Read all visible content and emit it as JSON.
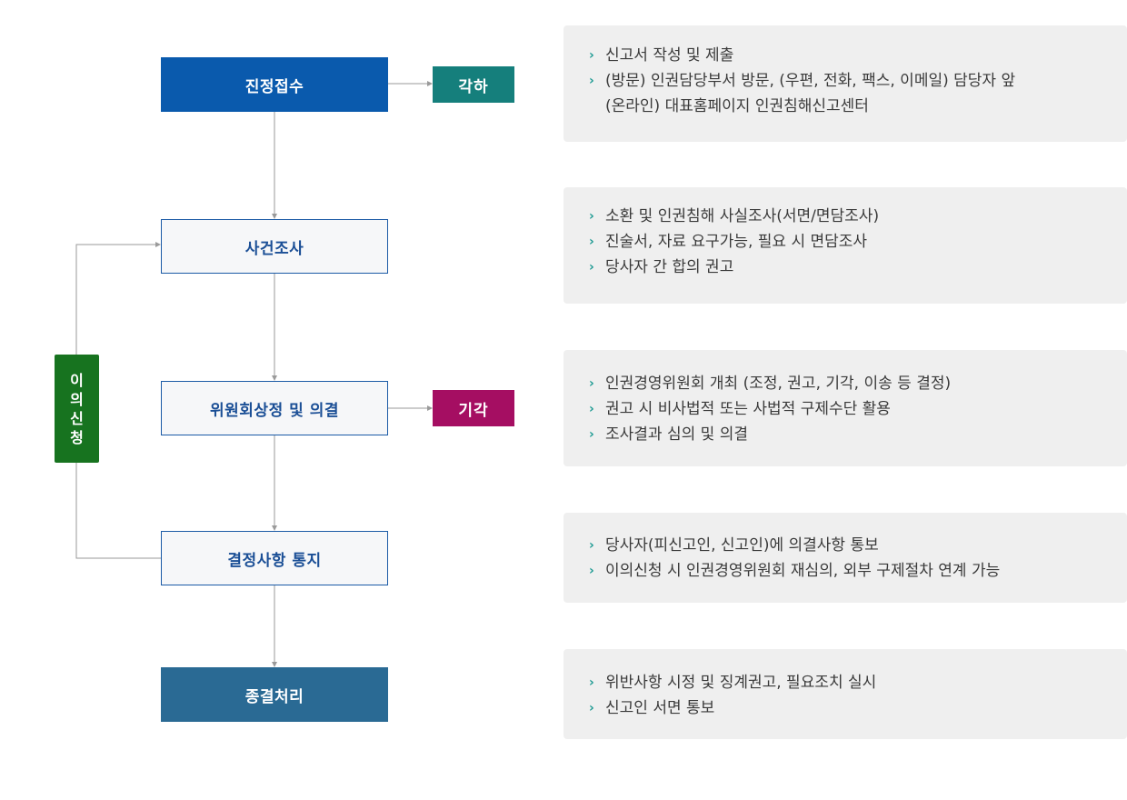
{
  "colors": {
    "step_primary": "#0a5aad",
    "step_final": "#2a6a94",
    "dismiss": "#157f7c",
    "reject": "#a50e62",
    "appeal": "#17731f",
    "arrow_bullet": "#1f9b93"
  },
  "steps": [
    {
      "label": "진정접수",
      "style": "filled"
    },
    {
      "label": "사건조사",
      "style": "outline"
    },
    {
      "label": "위원회상정 및 의결",
      "style": "outline"
    },
    {
      "label": "결정사항 통지",
      "style": "outline"
    },
    {
      "label": "종결처리",
      "style": "filled"
    }
  ],
  "side_tags": {
    "dismiss": "각하",
    "reject": "기각"
  },
  "appeal": {
    "label": "이의신청",
    "chars": [
      "이",
      "의",
      "신",
      "청"
    ]
  },
  "descriptions": [
    {
      "items": [
        "신고서 작성 및 제출",
        "(방문) 인권담당부서 방문, (우편, 전화, 팩스, 이메일) 담당자 앞"
      ],
      "continuation": "(온라인) 대표홈페이지 인권침해신고센터"
    },
    {
      "items": [
        "소환 및 인권침해 사실조사(서면/면담조사)",
        "진술서, 자료 요구가능, 필요 시 면담조사",
        "당사자 간 합의 권고"
      ]
    },
    {
      "items": [
        "인권경영위원회 개최 (조정, 권고, 기각, 이송 등 결정)",
        "권고 시 비사법적 또는 사법적 구제수단 활용",
        "조사결과 심의 및 의결"
      ]
    },
    {
      "items": [
        "당사자(피신고인, 신고인)에 의결사항 통보",
        "이의신청 시 인권경영위원회 재심의, 외부 구제절차 연계 가능"
      ]
    },
    {
      "items": [
        "위반사항 시정 및 징계권고, 필요조치 실시",
        "신고인 서면 통보"
      ]
    }
  ]
}
